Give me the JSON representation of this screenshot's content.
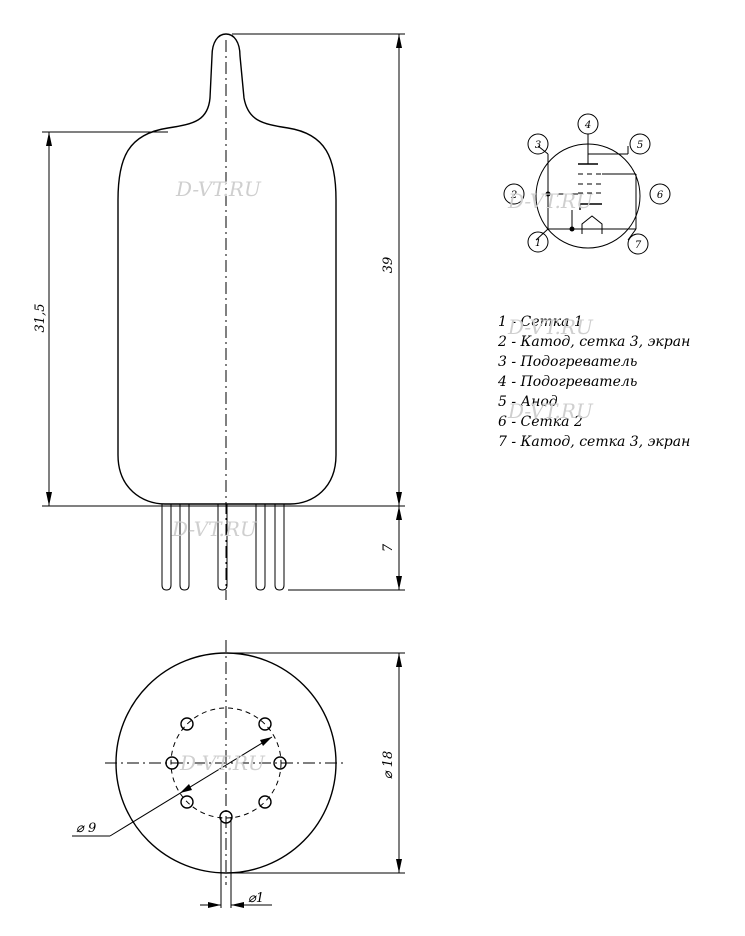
{
  "watermark": "D-VT.RU",
  "dimensions": {
    "total_height": "39",
    "bulb_height": "31,5",
    "pin_length": "7",
    "bulb_diameter": "⌀ 18",
    "pin_circle": "⌀ 9",
    "pin_diameter": "⌀1"
  },
  "pins": [
    "1",
    "2",
    "3",
    "4",
    "5",
    "6",
    "7"
  ],
  "legend": [
    "1 - Сетка 1",
    "2 - Катод, сетка 3, экран",
    "3 - Подогреватель",
    "4 - Подогреватель",
    "5 - Анод",
    "6 - Сетка 2",
    "7 - Катод, сетка 3, экран"
  ]
}
